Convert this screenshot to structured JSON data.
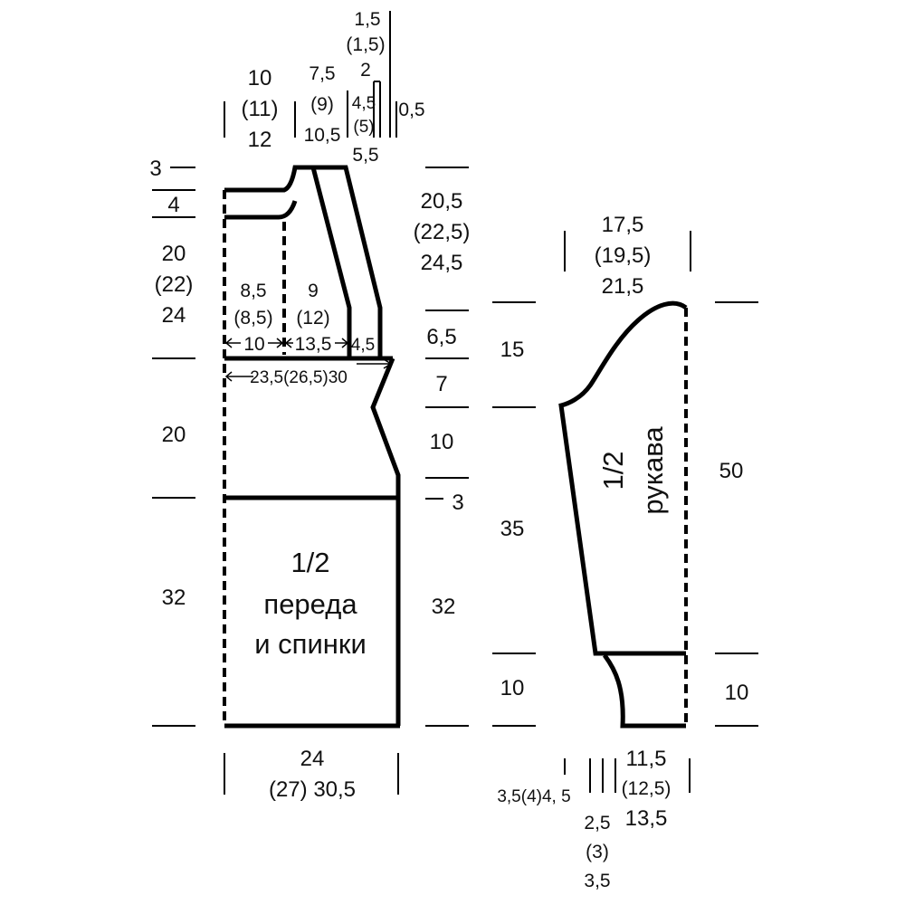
{
  "body_piece": {
    "label_lines": [
      "1/2",
      "переда",
      "и спинки"
    ],
    "left_dims": {
      "shoulder_slope": "3",
      "shoulder_step": "4",
      "armhole": [
        "20",
        "(22)",
        "24"
      ],
      "waist": "20",
      "hem": "32"
    },
    "right_dims": {
      "neck_depth": [
        "20,5",
        "(22,5)",
        "24,5"
      ],
      "upper": "6,5",
      "mid": "7",
      "lower": "10",
      "small": "3",
      "hem": "32"
    },
    "top_dims": {
      "shoulder": [
        "10",
        "(11)",
        "12"
      ],
      "neck": [
        "7,5",
        "(9)",
        "10,5"
      ],
      "band_a": [
        "4,5",
        "(5)",
        "5,5"
      ],
      "band_b": [
        "1,5",
        "(1,5)",
        "2"
      ],
      "band_c": "0,5"
    },
    "inner_dims": {
      "col_a": [
        "8,5",
        "(8,5)"
      ],
      "col_b": [
        "9",
        "(12)"
      ],
      "w1": "10",
      "w2": "13,5",
      "w3": "4,5",
      "chest": "23,5(26,5)30"
    },
    "bottom_dims": [
      "24",
      "(27)  30,5"
    ]
  },
  "sleeve_piece": {
    "label_lines": [
      "1/2",
      "рукава"
    ],
    "top_dims": [
      "17,5",
      "(19,5)",
      "21,5"
    ],
    "left_dims": {
      "cap": "15",
      "main": "35",
      "cuff": "10"
    },
    "right_dims": {
      "length": "50",
      "cuff": "10"
    },
    "bottom_dims": {
      "left": "3,5(4)4, 5",
      "mid": [
        "2,5",
        "(3)",
        "3,5"
      ],
      "right": [
        "11,5",
        "(12,5)",
        "13,5"
      ]
    }
  }
}
